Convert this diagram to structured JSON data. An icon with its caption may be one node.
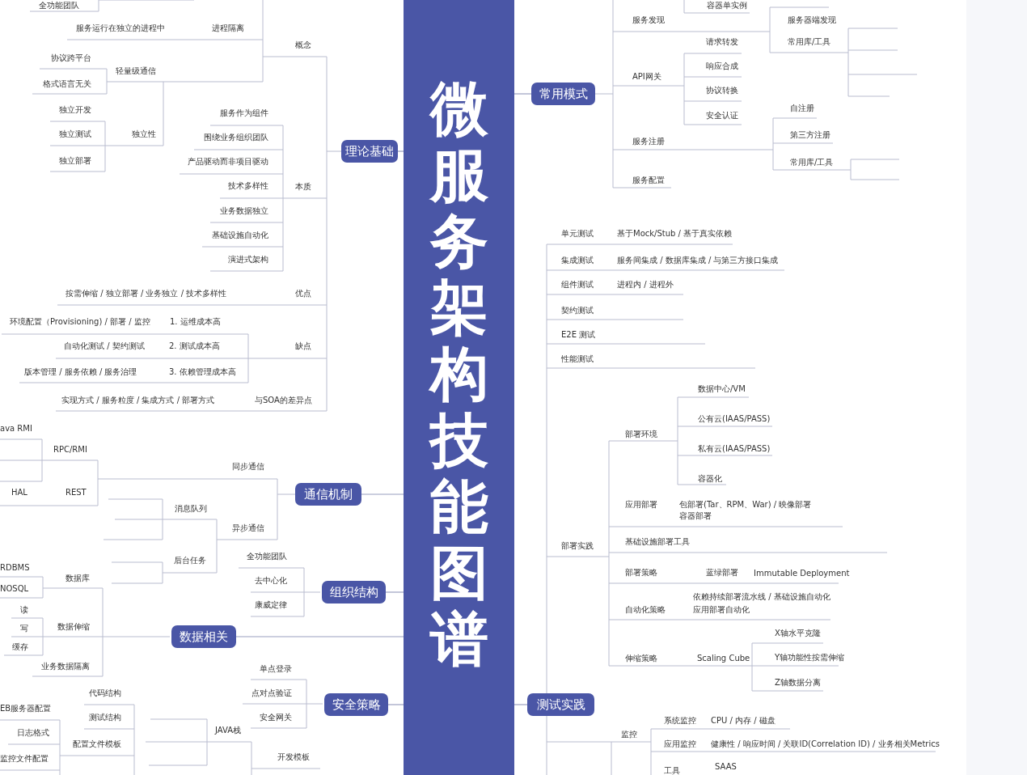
{
  "diagram": {
    "nodes": [
      {
        "text": [
          "微服务架构技能图谱"
        ]
      },
      {
        "text": [
          "理论基础"
        ]
      },
      {
        "text": [
          "通信机制"
        ]
      },
      {
        "text": [
          "组织结构"
        ]
      },
      {
        "text": [
          "数据相关"
        ]
      },
      {
        "text": [
          "安全策略"
        ]
      },
      {
        "text": [
          "常用模式"
        ]
      },
      {
        "text": [
          "测试实践"
        ]
      }
    ],
    "edges": [
      {
        "from": 0,
        "to": 1,
        "arrow": "none"
      },
      {
        "from": 0,
        "to": 2,
        "arrow": "none"
      },
      {
        "from": 0,
        "to": 3,
        "arrow": "none"
      },
      {
        "from": 0,
        "to": 4,
        "arrow": "none"
      },
      {
        "from": 0,
        "to": 5,
        "arrow": "none"
      },
      {
        "from": 0,
        "to": 6,
        "arrow": "none"
      },
      {
        "from": 0,
        "to": 7,
        "arrow": "none"
      }
    ],
    "labels": [
      "全功能团队",
      "服务运行在独立的进程中",
      "进程隔离",
      "概念",
      "协议跨平台",
      "轻量级通信",
      "格式语言无关",
      "独立开发",
      "服务作为组件",
      "独立测试",
      "独立性",
      "围绕业务组织团队",
      "独立部署",
      "产品驱动而非项目驱动",
      "技术多样性",
      "本质",
      "业务数据独立",
      "基础设施自动化",
      "演进式架构",
      "按需伸缩 / 独立部署 / 业务独立 / 技术多样性",
      "优点",
      "环境配置（Provisioning) / 部署 / 监控",
      "1. 运维成本高",
      "自动化测试 / 契约测试",
      "2. 测试成本高",
      "缺点",
      "版本管理 / 服务依赖 / 服务治理",
      "3. 依赖管理成本高",
      "实现方式 / 服务粒度 / 集成方式 / 部署方式",
      "与SOA的差异点",
      "ava RMI",
      "RPC/RMI",
      "同步通信",
      "HAL",
      "REST",
      "消息队列",
      "异步通信",
      "全功能团队",
      "后台任务",
      "RDBMS",
      "数据库",
      "去中心化",
      "NOSQL",
      "康威定律",
      "读",
      "写",
      "数据伸缩",
      "缓存",
      "业务数据隔离",
      "单点登录",
      "代码结构",
      "点对点验证",
      "EB服务器配置",
      "测试结构",
      "安全网关",
      "日志格式",
      "JAVA栈",
      "配置文件模板",
      "监控文件配置",
      "开发模板",
      "容器单实例",
      "服务发现",
      "服务器端发现",
      "请求转发",
      "常用库/工具",
      "响应合成",
      "API网关",
      "协议转换",
      "自注册",
      "安全认证",
      "第三方注册",
      "服务注册",
      "常用库/工具",
      "服务配置",
      "单元测试",
      "基于Mock/Stub / 基于真实依赖",
      "集成测试",
      "服务间集成 / 数据库集成 / 与第三方接口集成",
      "组件测试",
      "进程内 / 进程外",
      "契约测试",
      "E2E 测试",
      "性能测试",
      "数据中心/VM",
      "公有云(IAAS/PASS)",
      "部署环境",
      "私有云(IAAS/PASS)",
      "容器化",
      "应用部署",
      "包部署(Tar、RPM、War) / 映像部署",
      "容器部署",
      "部署实践",
      "基础设施部署工具",
      "部署策略",
      "蓝绿部署",
      "Immutable Deployment",
      "依赖持续部署流水线 / 基础设施自动化",
      "自动化策略",
      "应用部署自动化",
      "X轴水平克隆",
      "伸缩策略",
      "Scaling Cube",
      "Y轴功能性按需伸缩",
      "Z轴数据分离",
      "系统监控",
      "CPU / 内存 / 磁盘",
      "监控",
      "应用监控",
      "健康性 / 响应时间 / 关联ID(Correlation ID) / 业务相关Metrics",
      "工具",
      "SAAS"
    ]
  }
}
